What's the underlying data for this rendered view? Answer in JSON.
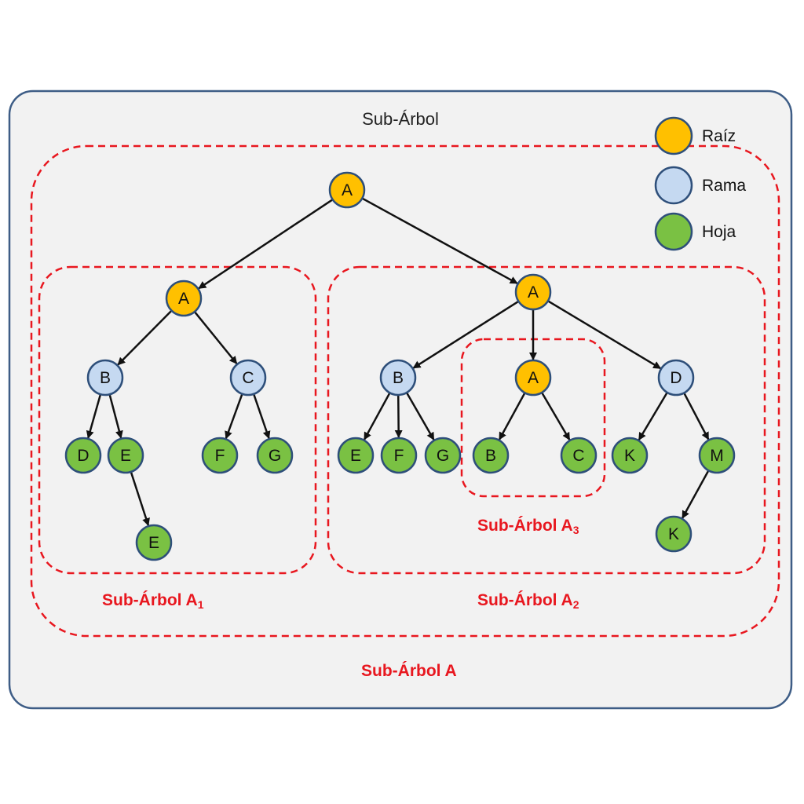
{
  "title": "Sub-Árbol",
  "colors": {
    "root": "#FFC000",
    "branch": "#C5D9F1",
    "leaf": "#7AC143",
    "node_stroke": "#2E4F7A",
    "dashed": "#E8171F",
    "edge": "#111111",
    "frame_fill": "#F2F2F2",
    "frame_stroke": "#3E5D86"
  },
  "legend": [
    {
      "key": "root",
      "label": "Raíz"
    },
    {
      "key": "branch",
      "label": "Rama"
    },
    {
      "key": "leaf",
      "label": "Hoja"
    }
  ],
  "subtree_labels": {
    "a1": {
      "text": "Sub-Árbol A",
      "sub": "1"
    },
    "a2": {
      "text": "Sub-Árbol A",
      "sub": "2"
    },
    "a3": {
      "text": "Sub-Árbol A",
      "sub": "3"
    },
    "a": {
      "text": "Sub-Árbol A",
      "sub": ""
    }
  },
  "nodes": [
    {
      "id": "top",
      "label": "A",
      "type": "root"
    },
    {
      "id": "l-a",
      "label": "A",
      "type": "root"
    },
    {
      "id": "l-b",
      "label": "B",
      "type": "branch"
    },
    {
      "id": "l-c",
      "label": "C",
      "type": "branch"
    },
    {
      "id": "l-d",
      "label": "D",
      "type": "leaf"
    },
    {
      "id": "l-e",
      "label": "E",
      "type": "leaf"
    },
    {
      "id": "l-e2",
      "label": "E",
      "type": "leaf"
    },
    {
      "id": "l-f",
      "label": "F",
      "type": "leaf"
    },
    {
      "id": "l-g",
      "label": "G",
      "type": "leaf"
    },
    {
      "id": "r-a",
      "label": "A",
      "type": "root"
    },
    {
      "id": "r-b",
      "label": "B",
      "type": "branch"
    },
    {
      "id": "r-a3",
      "label": "A",
      "type": "root"
    },
    {
      "id": "r-d",
      "label": "D",
      "type": "branch"
    },
    {
      "id": "r-e",
      "label": "E",
      "type": "leaf"
    },
    {
      "id": "r-f",
      "label": "F",
      "type": "leaf"
    },
    {
      "id": "r-g",
      "label": "G",
      "type": "leaf"
    },
    {
      "id": "r3-b",
      "label": "B",
      "type": "leaf"
    },
    {
      "id": "r3-c",
      "label": "C",
      "type": "leaf"
    },
    {
      "id": "r-k",
      "label": "K",
      "type": "leaf"
    },
    {
      "id": "r-m",
      "label": "M",
      "type": "leaf"
    },
    {
      "id": "r-k2",
      "label": "K",
      "type": "leaf"
    }
  ],
  "edges": [
    [
      "top",
      "l-a"
    ],
    [
      "top",
      "r-a"
    ],
    [
      "l-a",
      "l-b"
    ],
    [
      "l-a",
      "l-c"
    ],
    [
      "l-b",
      "l-d"
    ],
    [
      "l-b",
      "l-e"
    ],
    [
      "l-e",
      "l-e2"
    ],
    [
      "l-c",
      "l-f"
    ],
    [
      "l-c",
      "l-g"
    ],
    [
      "r-a",
      "r-b"
    ],
    [
      "r-a",
      "r-a3"
    ],
    [
      "r-a",
      "r-d"
    ],
    [
      "r-b",
      "r-e"
    ],
    [
      "r-b",
      "r-f"
    ],
    [
      "r-b",
      "r-g"
    ],
    [
      "r-a3",
      "r3-b"
    ],
    [
      "r-a3",
      "r3-c"
    ],
    [
      "r-d",
      "r-k"
    ],
    [
      "r-d",
      "r-m"
    ],
    [
      "r-m",
      "r-k2"
    ]
  ]
}
